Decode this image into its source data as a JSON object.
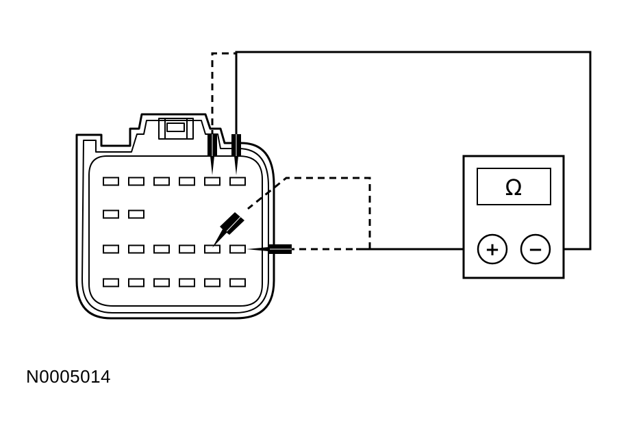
{
  "figure": {
    "id_label": "N0005014"
  },
  "meter": {
    "display_symbol": "Ω",
    "positive_symbol": "+",
    "negative_symbol": "−"
  },
  "connector": {
    "pin_rows": [
      6,
      2,
      6,
      6
    ]
  },
  "colors": {
    "line": "#000000",
    "background": "#ffffff"
  }
}
